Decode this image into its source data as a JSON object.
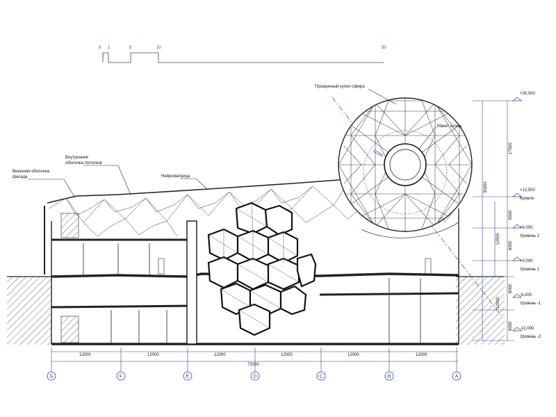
{
  "scale": {
    "ticks": [
      "0",
      "1",
      "5",
      "10",
      "50"
    ]
  },
  "annotations": {
    "dome": "Прозрачный купол-сфера",
    "atom_model": "Макет атома",
    "inner_shell": "Внутренняя",
    "inner_shell_2": "оболочка потолков",
    "outer_shell": "Внешняя оболочка",
    "outer_shell_2": "фасада",
    "neuromatrix": "Нейроматрица"
  },
  "levels": [
    {
      "value": "+30,000",
      "name": ""
    },
    {
      "value": "+12,500",
      "name": "Кровля"
    },
    {
      "value": "+6,000",
      "name": "Уровень 2"
    },
    {
      "value": "+0,000",
      "name": "Уровень 1"
    },
    {
      "value": "-6,000",
      "name": "Уровень -1"
    },
    {
      "value": "-12,000",
      "name": "Уровень -2"
    }
  ],
  "vertical_dims": {
    "top": "17500",
    "mid": "30000",
    "a": "6500",
    "b": "12500",
    "c": "6000",
    "d": "6000",
    "e": "12000",
    "f": "6000"
  },
  "bay_dims": [
    "12000",
    "12000",
    "12000",
    "12000",
    "12000",
    "12000"
  ],
  "total_dim": "72000",
  "grid_axes": [
    "G",
    "F",
    "E",
    "D",
    "C",
    "B",
    "A"
  ],
  "sphere_dim": "11000",
  "colors": {
    "accent": "#2b3f9a",
    "line": "#222222",
    "red": "#c0392b"
  }
}
